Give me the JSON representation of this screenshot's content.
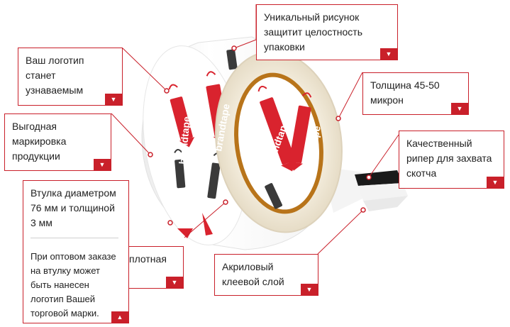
{
  "callouts": {
    "logo": {
      "text": "Ваш логотип\nстанет\nузнаваемым",
      "toggle": "▼"
    },
    "design": {
      "text": "Уникальный рисунок\nзащитит целостность\nупаковки",
      "toggle": "▼"
    },
    "thickness": {
      "text": "Толщина 45-50\nмикрон",
      "toggle": "▼"
    },
    "marking": {
      "text": "Выгодная\nмаркировка\nпродукции",
      "toggle": "▼"
    },
    "ripper": {
      "text": "Качественный\nрипер для захвата\nскотча",
      "toggle": "▼"
    },
    "core": {
      "text": "Втулка диаметром\n76 мм и толщиной\n3 мм",
      "note": "При оптовом заказе\nна втулку может\nбыть нанесен\nлоготип Вашей\nторговой марки.",
      "toggle": "▲"
    },
    "dense": {
      "text": "плотная",
      "toggle": "▼"
    },
    "adhesive": {
      "text": "Акриловый\nклеевой слой",
      "toggle": "▼"
    }
  },
  "brand_text": "brandtape",
  "colors": {
    "accent": "#c9202a",
    "line": "#c9202a",
    "core": "#b8741a",
    "tape_edge": "#efe8d8"
  }
}
